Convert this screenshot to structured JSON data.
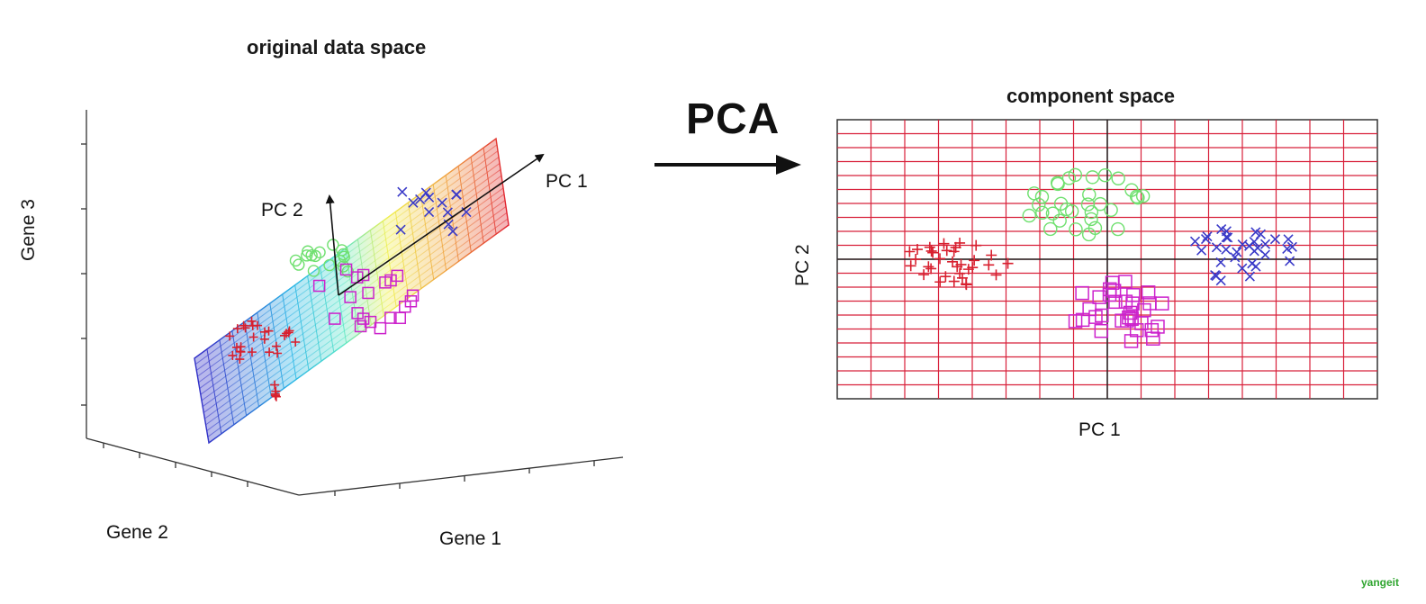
{
  "left_panel": {
    "title": "original data space",
    "axis_x": "Gene 1",
    "axis_y": "Gene 2",
    "axis_z": "Gene 3",
    "pc1_label": "PC 1",
    "pc2_label": "PC 2"
  },
  "transform_label": "PCA",
  "right_panel": {
    "title": "component space",
    "xlabel": "PC 1",
    "ylabel": "PC 2"
  },
  "colors": {
    "cluster_red": "#d8202f",
    "cluster_green": "#6fe06f",
    "cluster_blue": "#3a3ac8",
    "cluster_magenta": "#cc22cc",
    "grid": "#d8203a"
  },
  "watermark": "yangeit"
}
